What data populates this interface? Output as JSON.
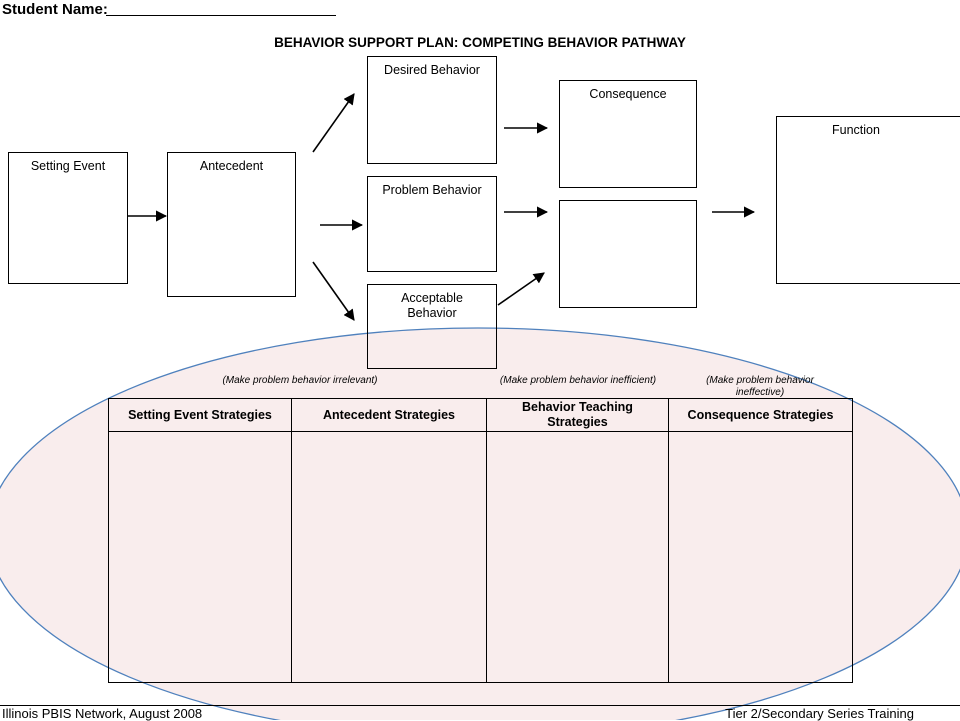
{
  "header": {
    "student_name_label": "Student Name:",
    "plan_title": "BEHAVIOR SUPPORT PLAN:  COMPETING BEHAVIOR PATHWAY"
  },
  "pathway": {
    "setting_event": "Setting Event",
    "antecedent": "Antecedent",
    "desired_behavior": "Desired Behavior",
    "problem_behavior": "Problem Behavior",
    "acceptable_behavior": "Acceptable Behavior",
    "consequence": "Consequence",
    "function": "Function"
  },
  "hints": {
    "irrelevant": "(Make problem behavior irrelevant)",
    "inefficient": "(Make problem behavior inefficient)",
    "ineffective_line1": "(Make problem behavior",
    "ineffective_line2": "ineffective)"
  },
  "strategies_table": {
    "columns": [
      "Setting Event Strategies",
      "Antecedent Strategies",
      "Behavior Teaching Strategies",
      "Consequence Strategies"
    ]
  },
  "footer": {
    "left": "Illinois PBIS Network, August 2008",
    "right": "Tier 2/Secondary Series Training"
  },
  "colors": {
    "ellipse_fill": "#f9eded",
    "ellipse_stroke": "#4f81bd",
    "line": "#000000"
  }
}
